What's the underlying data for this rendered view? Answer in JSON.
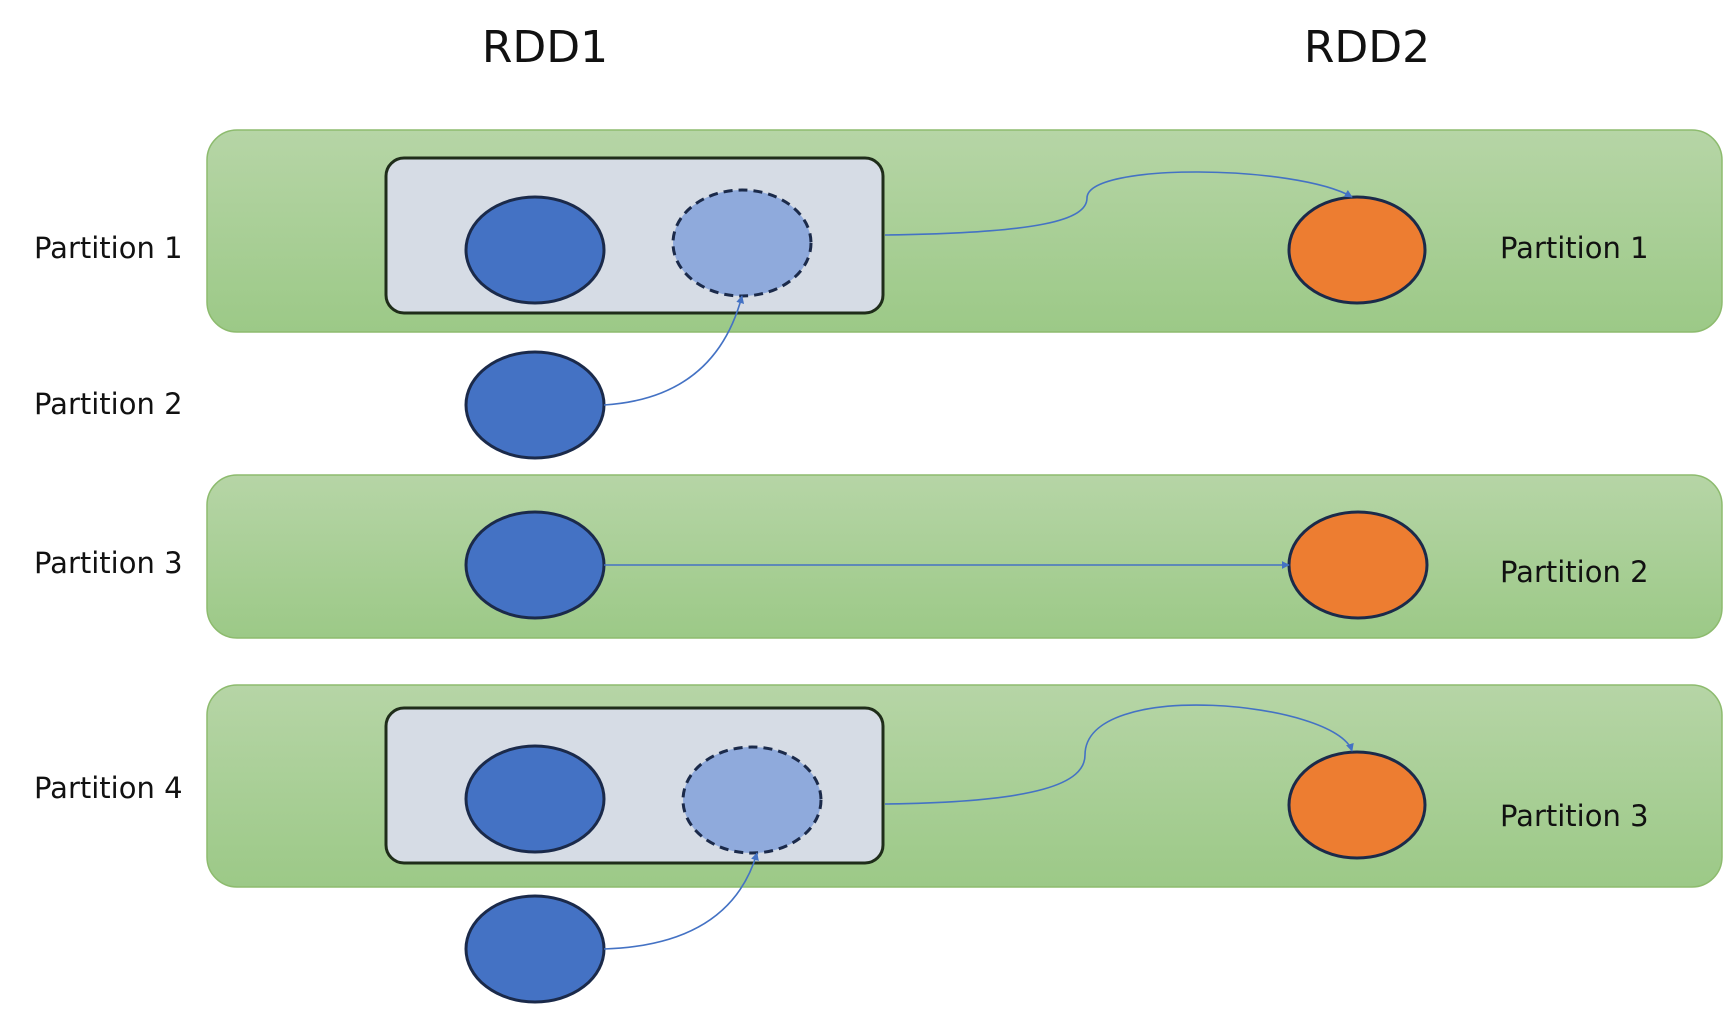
{
  "rdd1": {
    "title": "RDD1",
    "partitions": [
      "Partition 1",
      "Partition 2",
      "Partition 3",
      "Partition 4"
    ]
  },
  "rdd2": {
    "title": "RDD2",
    "partitions": [
      "Partition 1",
      "Partition 2",
      "Partition 3"
    ]
  },
  "colors": {
    "band_top": "#b6d5a6",
    "band_bottom": "#9cc987",
    "source_partition": "#4472c4",
    "merged_placeholder": "#8faadc",
    "target_partition": "#ed7d31",
    "arrow": "#4472c4"
  }
}
